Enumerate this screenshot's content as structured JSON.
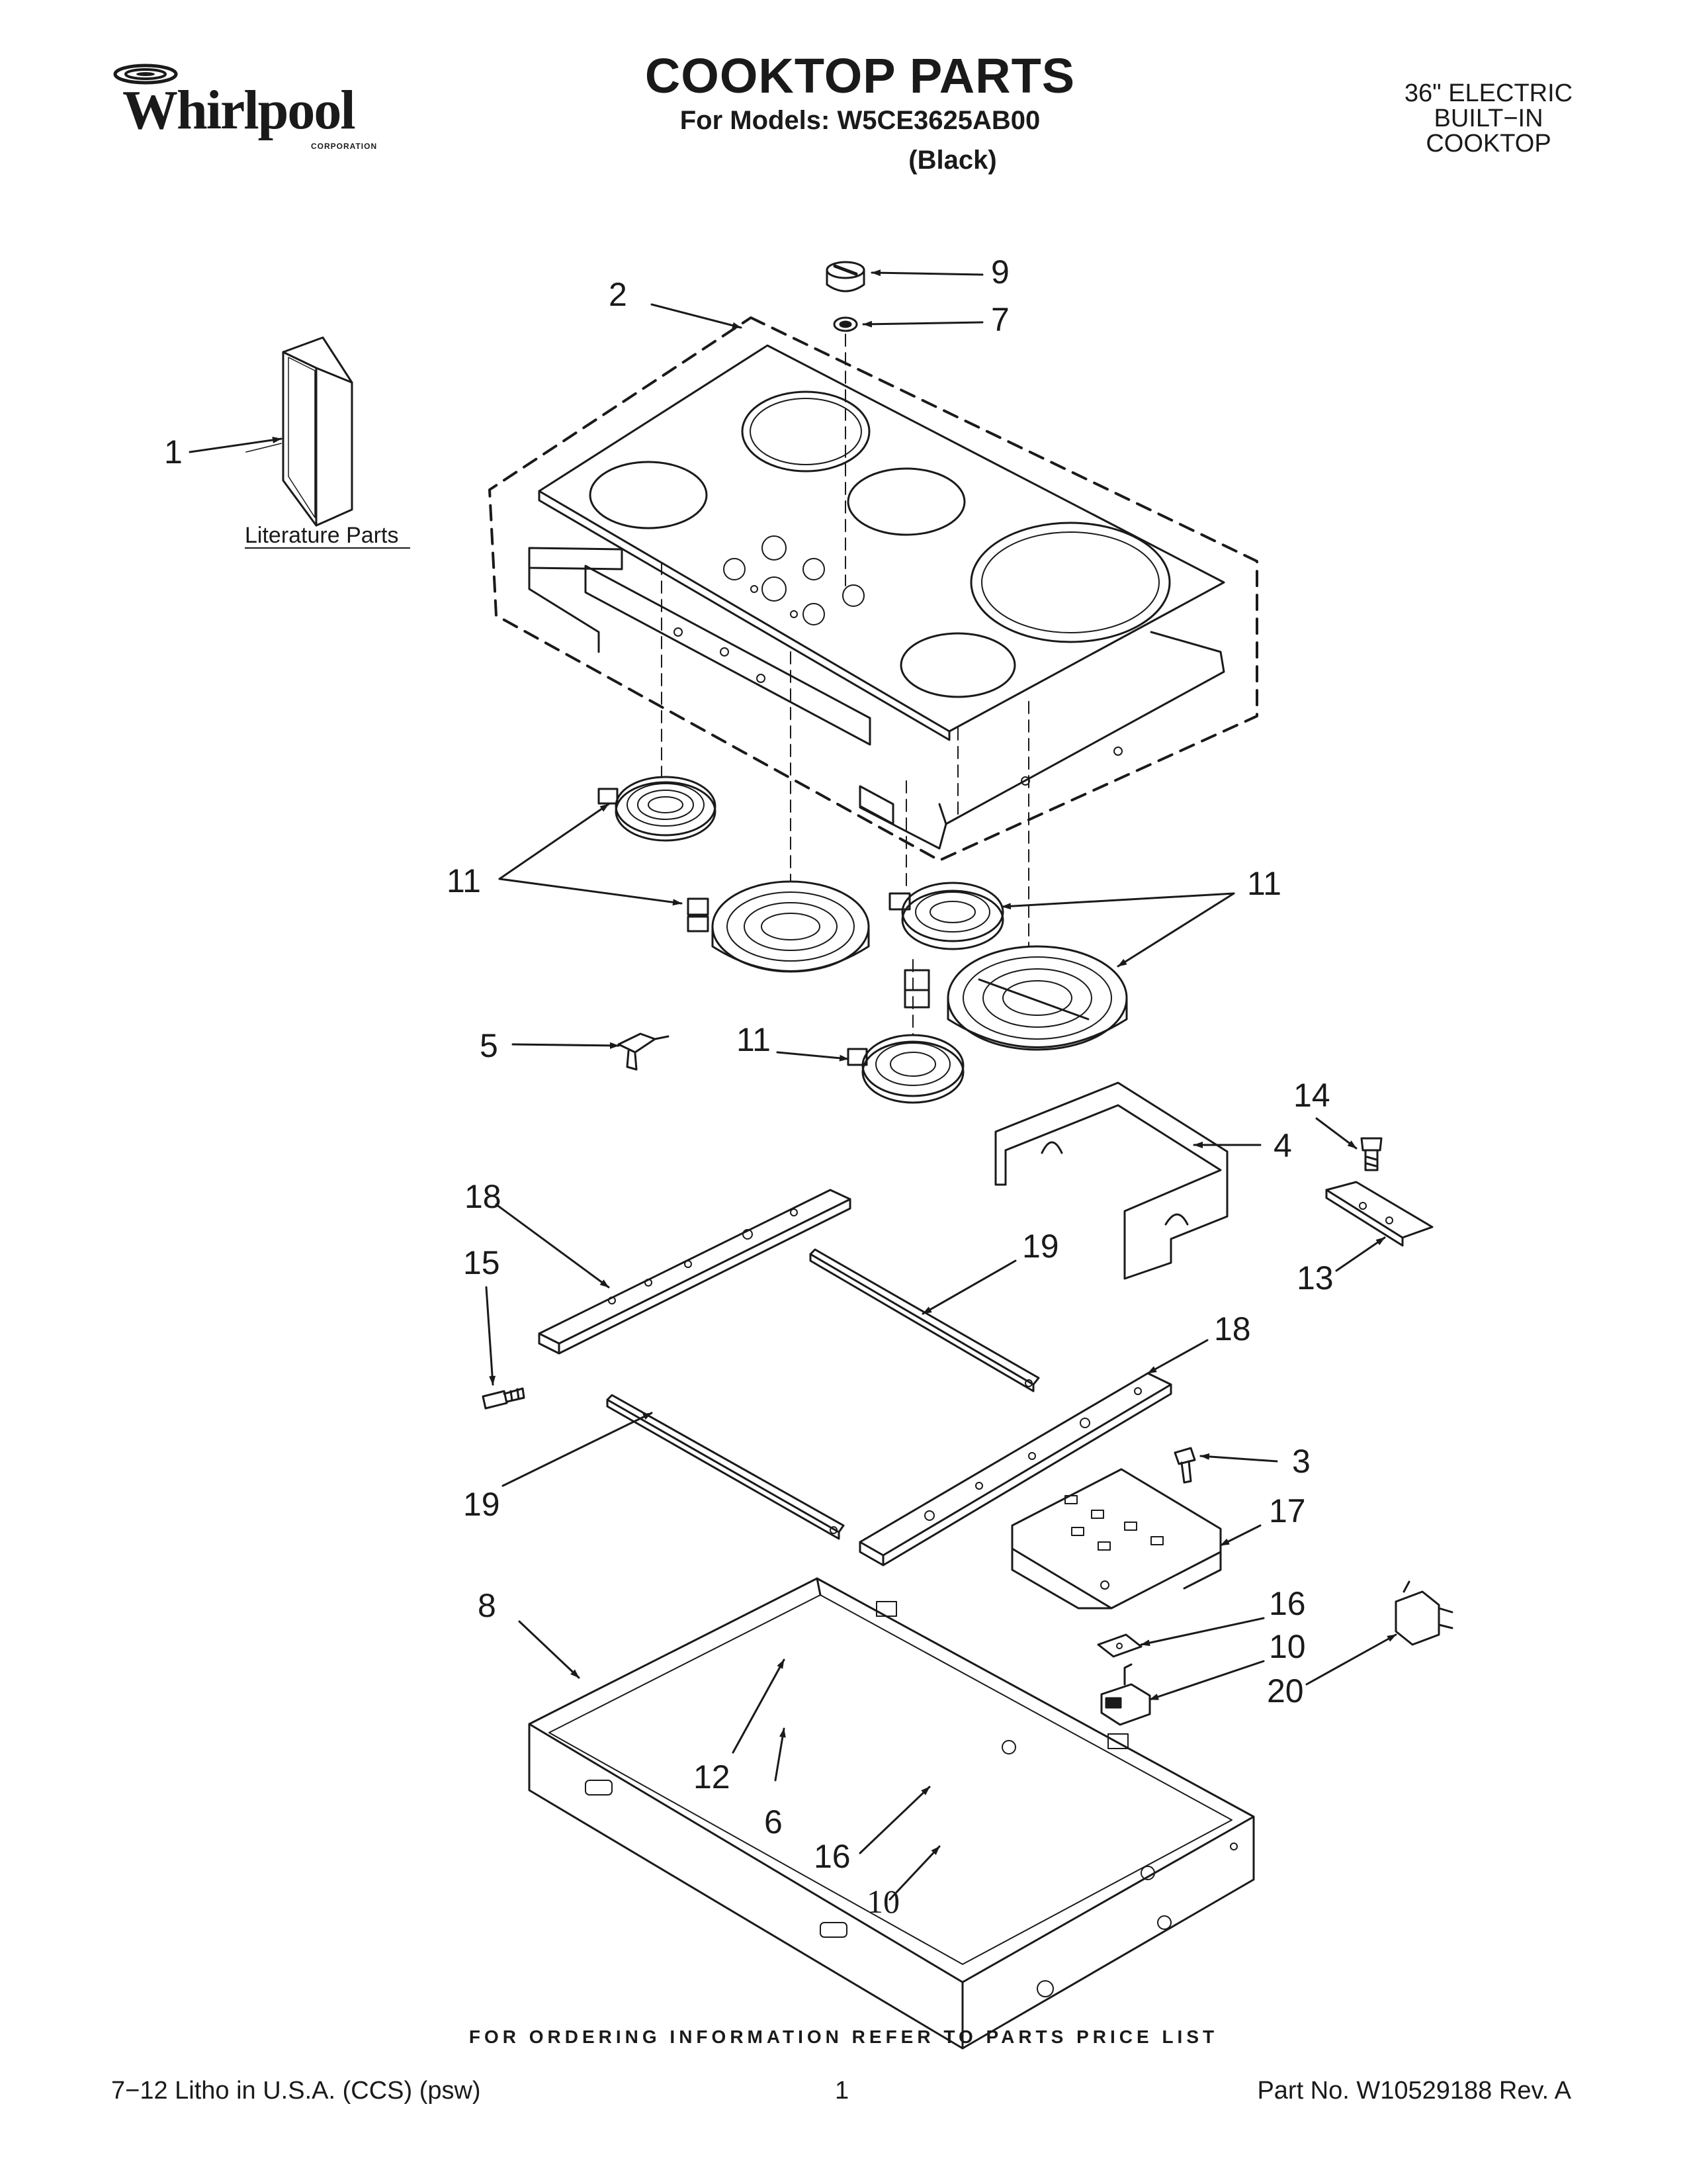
{
  "header": {
    "brand": "Whirlpool",
    "brand_sub": "CORPORATION",
    "title": "COOKTOP PARTS",
    "models_line": "For Models: W5CE3625AB00",
    "color_line": "(Black)",
    "category_lines": [
      "36\" ELECTRIC",
      "BUILT−IN",
      "COOKTOP"
    ]
  },
  "diagram": {
    "literature_label": "Literature Parts",
    "callouts": {
      "c1": "1",
      "c2": "2",
      "c3": "3",
      "c4": "4",
      "c5": "5",
      "c6": "6",
      "c7": "7",
      "c8": "8",
      "c9": "9",
      "c10a": "10",
      "c10b": "10",
      "c11a": "11",
      "c11b": "11",
      "c11c": "11",
      "c12": "12",
      "c13": "13",
      "c14": "14",
      "c15": "15",
      "c16a": "16",
      "c16b": "16",
      "c17": "17",
      "c18a": "18",
      "c18b": "18",
      "c19a": "19",
      "c19b": "19",
      "c20": "20"
    }
  },
  "footer": {
    "note": "FOR ORDERING INFORMATION REFER TO PARTS PRICE LIST",
    "litho": "7−12 Litho in U.S.A. (CCS) (psw)",
    "page": "1",
    "part_no": "Part No. W10529188 Rev. A"
  }
}
